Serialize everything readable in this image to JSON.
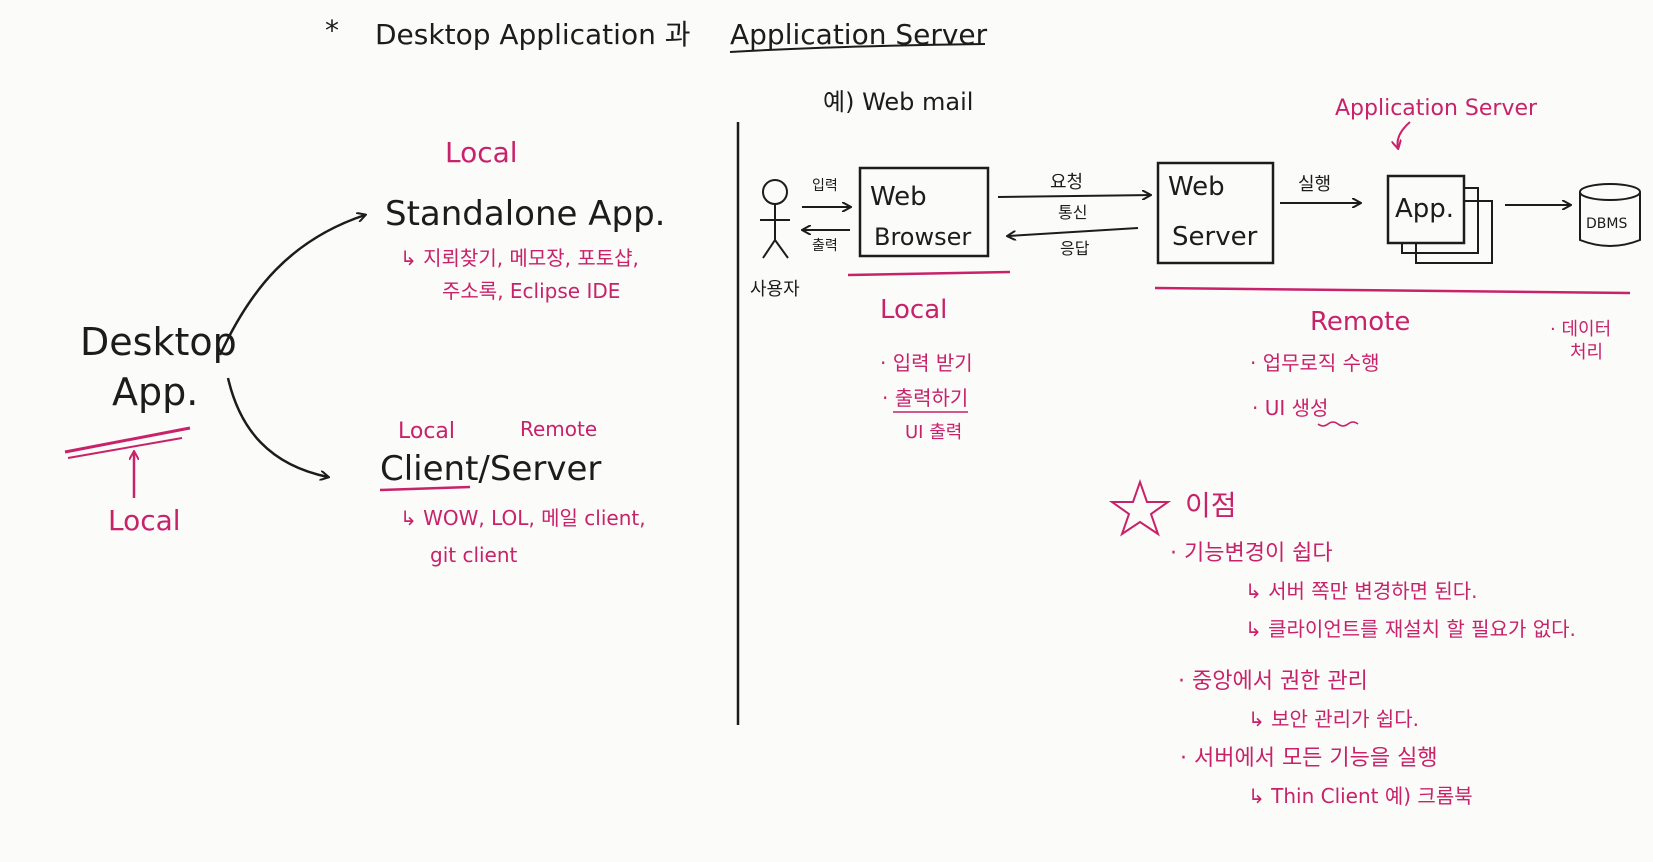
{
  "colors": {
    "ink": "#1c1c1c",
    "accent": "#c8226a"
  },
  "title": {
    "star": "*",
    "text": "Desktop Application 과",
    "underlined": "Application Server"
  },
  "left": {
    "desktop_app": [
      "Desktop",
      "App."
    ],
    "desktop_local": "Local",
    "standalone_tag": "Local",
    "standalone_title": "Standalone App.",
    "standalone_examples": [
      "↳ 지뢰찾기, 메모장, 포토샵,",
      "주소록, Eclipse IDE"
    ],
    "cs_tag_local": "Local",
    "cs_tag_remote": "Remote",
    "cs_title": "Client/Server",
    "cs_examples": [
      "↳ WOW, LOL, 메일 client,",
      "git client"
    ]
  },
  "diagram": {
    "heading": "예) Web mail",
    "user_label": "사용자",
    "arrow_input": "입력",
    "arrow_output": "출력",
    "web_browser": [
      "Web",
      "Browser"
    ],
    "arrow_request": "요청",
    "arrow_comm": "통신",
    "arrow_response": "응답",
    "web_server": [
      "Web",
      "Server"
    ],
    "arrow_execute": "실행",
    "app_label": "App.",
    "app_server_label": "Application Server",
    "dbms_label": "DBMS",
    "local_label": "Local",
    "local_points": [
      "· 입력 받기",
      "· 출력하기",
      "UI 출력"
    ],
    "remote_label": "Remote",
    "remote_points": [
      "· 업무로직 수행",
      "· UI 생성"
    ],
    "data_points": [
      "· 데이터",
      "처리"
    ]
  },
  "benefits": {
    "title": "이점",
    "lines": [
      "· 기능변경이 쉽다",
      "↳ 서버 쪽만 변경하면 된다.",
      "↳ 클라이언트를 재설치 할 필요가 없다.",
      "· 중앙에서 권한 관리",
      "↳ 보안 관리가 쉽다.",
      "· 서버에서 모든 기능을 실행",
      "↳ Thin Client 예) 크롬북"
    ]
  }
}
